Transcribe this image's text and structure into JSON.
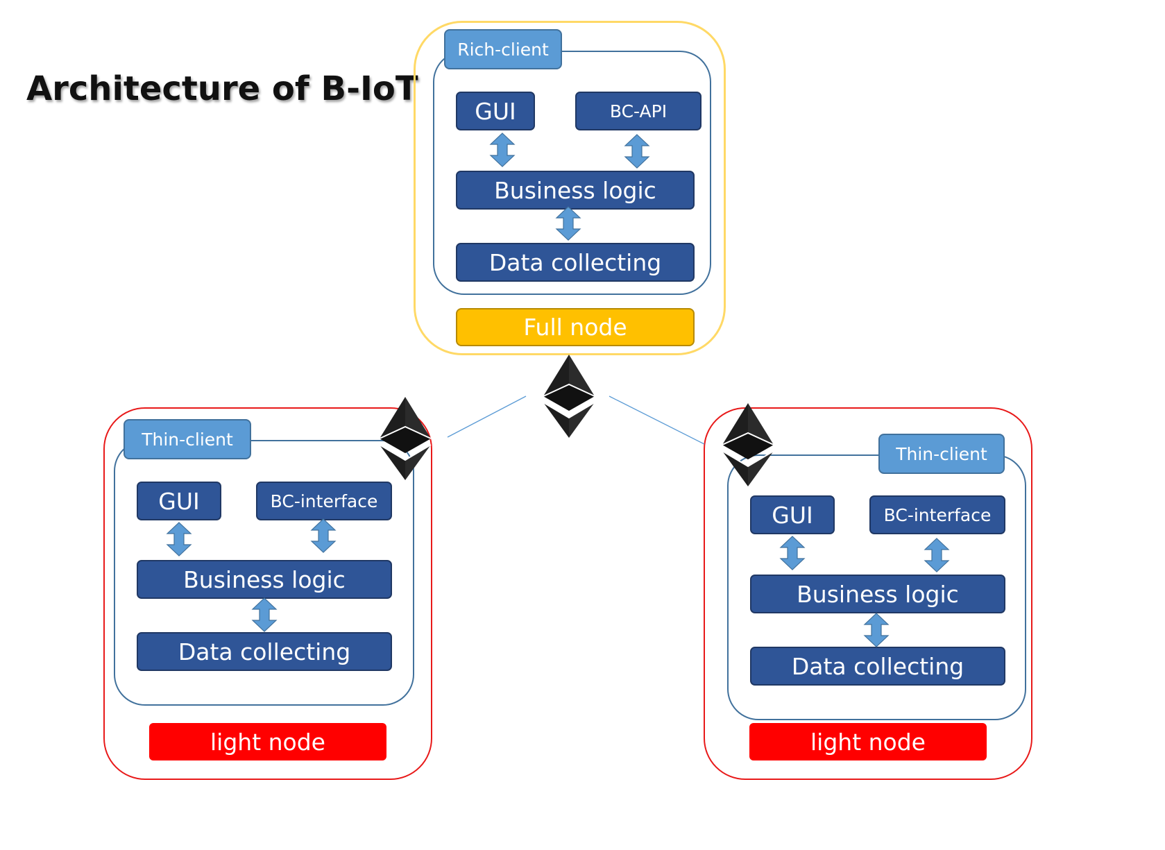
{
  "title": "Architecture of B-IoT",
  "full_node": {
    "tab_label": "Rich-client",
    "gui": "GUI",
    "api": "BC-API",
    "business_logic": "Business logic",
    "data_collecting": "Data collecting",
    "node_label": "Full node",
    "border_color": "#ffd966",
    "bar_color": "#ffc000"
  },
  "light_node_left": {
    "tab_label": "Thin-client",
    "gui": "GUI",
    "interface": "BC-interface",
    "business_logic": "Business logic",
    "data_collecting": "Data collecting",
    "node_label": "light node"
  },
  "light_node_right": {
    "tab_label": "Thin-client",
    "gui": "GUI",
    "interface": "BC-interface",
    "business_logic": "Business logic",
    "data_collecting": "Data collecting",
    "node_label": "light node"
  },
  "colors": {
    "block": "#2f5597",
    "tab": "#5b9bd5",
    "arrow": "#5b9bd5",
    "light_border": "#e81919",
    "light_bar": "#ff0000",
    "link_line": "#5b9bd5"
  },
  "icons": [
    "ethereum-logo-icon",
    "double-arrow-icon"
  ]
}
